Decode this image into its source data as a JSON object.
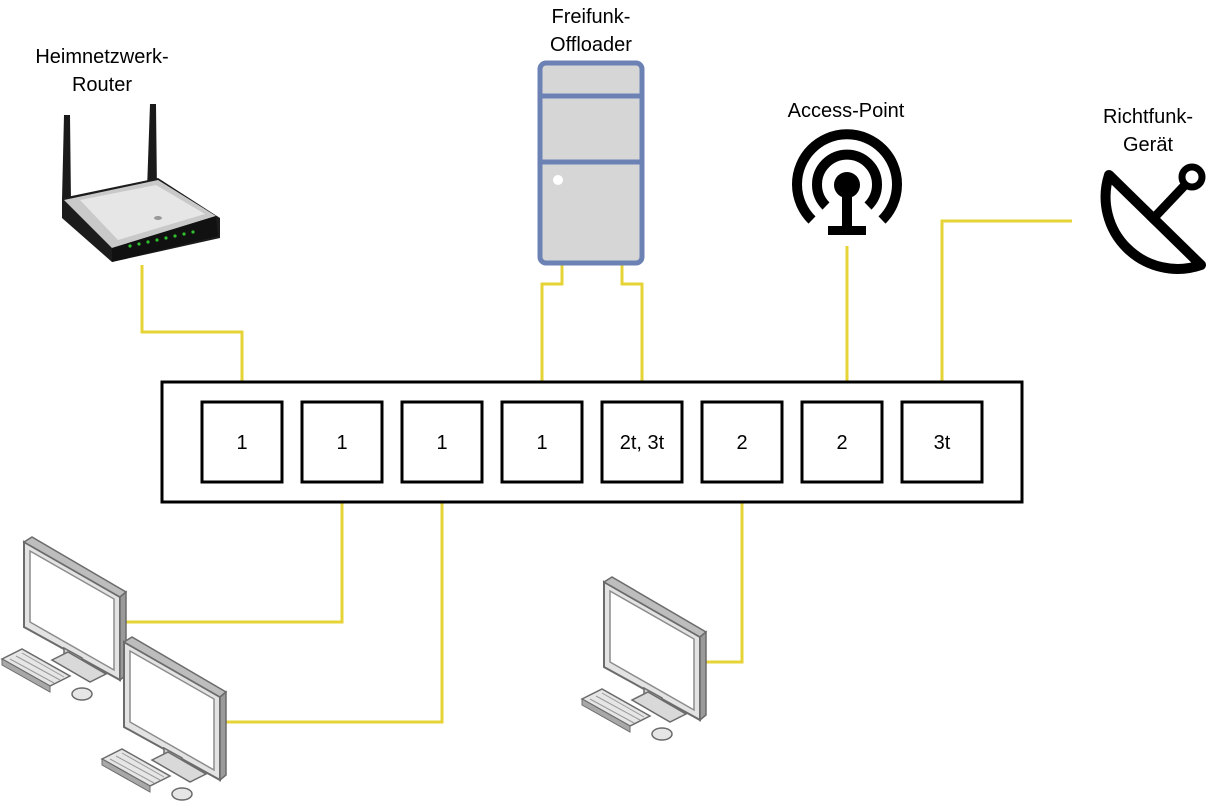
{
  "devices": {
    "router": {
      "label_line1": "Heimnetzwerk-",
      "label_line2": "Router",
      "icon": "router-icon"
    },
    "offloader": {
      "label_line1": "Freifunk-",
      "label_line2": "Offloader",
      "icon": "server-tower-icon"
    },
    "access_point": {
      "label": "Access-Point",
      "icon": "wireless-antenna-icon"
    },
    "richtfunk": {
      "label_line1": "Richtfunk-",
      "label_line2": "Gerät",
      "icon": "satellite-dish-icon"
    },
    "pcs": [
      {
        "icon": "desktop-computer-icon"
      },
      {
        "icon": "desktop-computer-icon"
      },
      {
        "icon": "desktop-computer-icon"
      }
    ]
  },
  "switch": {
    "ports": [
      {
        "label": "1"
      },
      {
        "label": "1"
      },
      {
        "label": "1"
      },
      {
        "label": "1"
      },
      {
        "label": "2t, 3t"
      },
      {
        "label": "2"
      },
      {
        "label": "2"
      },
      {
        "label": "3t"
      }
    ]
  },
  "colors": {
    "cable": "#e6d336",
    "offloader_frame": "#6c82b5",
    "offloader_fill": "#d6d6d6"
  }
}
